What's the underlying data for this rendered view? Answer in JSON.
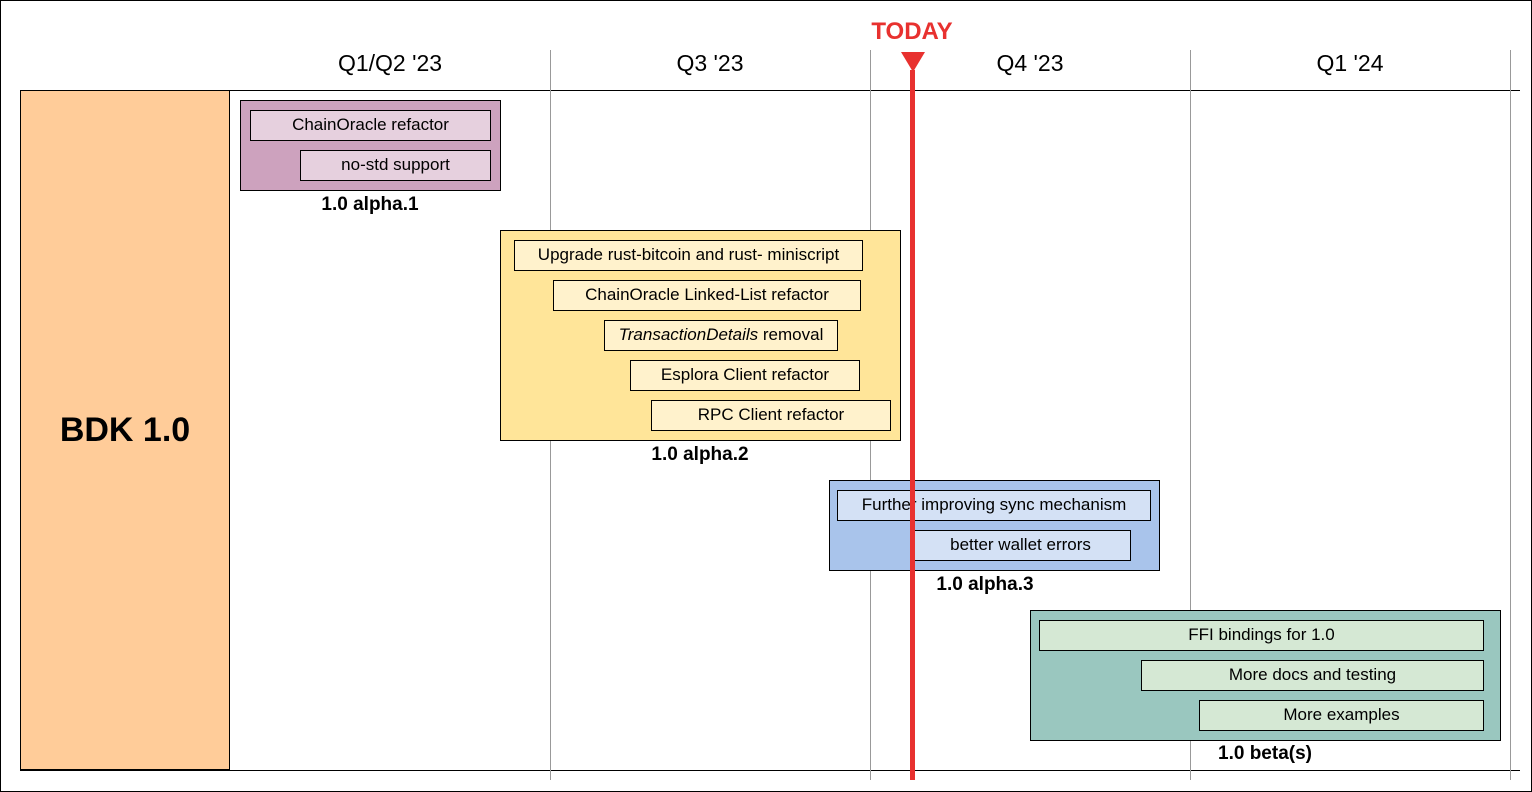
{
  "quarters": [
    "Q1/Q2 '23",
    "Q3 '23",
    "Q4 '23",
    "Q1 '24"
  ],
  "today_label": "TODAY",
  "project": "BDK 1.0",
  "milestones": [
    {
      "release": "1.0 alpha.1",
      "tasks": [
        "ChainOracle refactor",
        "no-std support"
      ]
    },
    {
      "release": "1.0 alpha.2",
      "tasks": [
        "Upgrade rust-bitcoin and rust- miniscript",
        "ChainOracle Linked-List refactor",
        {
          "italic": "TransactionDetails",
          "rest": " removal"
        },
        "Esplora Client refactor",
        "RPC Client refactor"
      ]
    },
    {
      "release": "1.0 alpha.3",
      "tasks": [
        "Further improving sync mechanism",
        "better wallet errors"
      ]
    },
    {
      "release": "1.0 beta(s)",
      "tasks": [
        "FFI bindings for 1.0",
        "More docs and testing",
        "More examples"
      ]
    }
  ],
  "colors": {
    "today": "#E8312F",
    "sidebar": "#FFCC99",
    "alpha1_group": "#CDA2BE",
    "alpha1_task": "#E6D0DE",
    "alpha2_group": "#FFE599",
    "alpha2_task": "#FFF2CC",
    "alpha3_group": "#A9C4EB",
    "alpha3_task": "#D4E1F5",
    "beta_group": "#9AC7BF",
    "beta_task": "#D5E8D4"
  }
}
